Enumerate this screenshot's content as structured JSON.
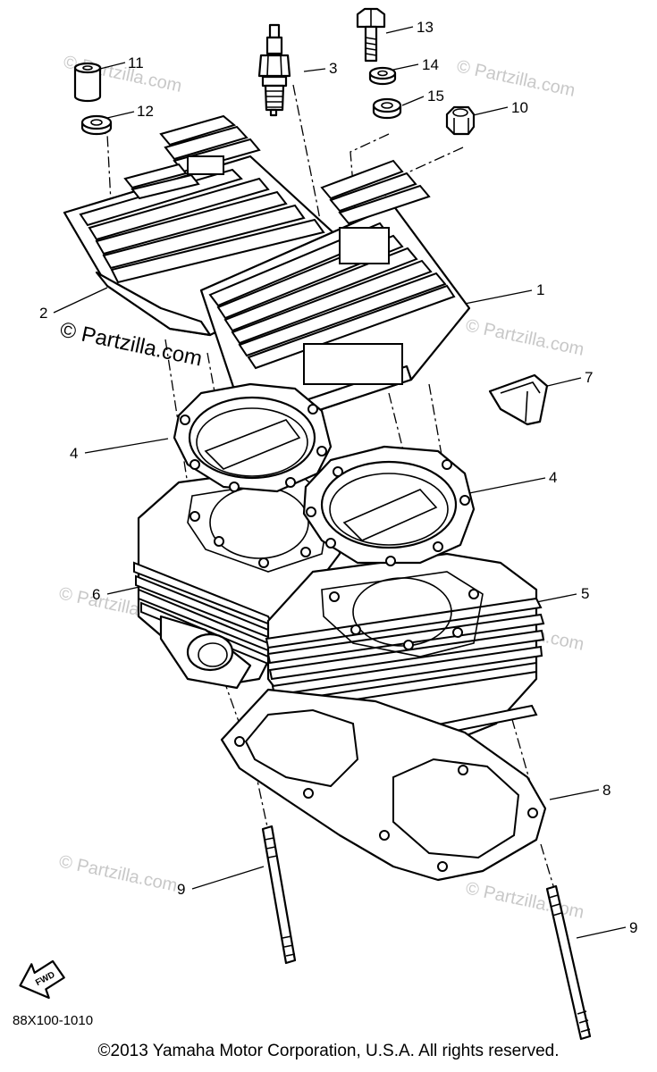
{
  "diagram": {
    "callouts": [
      "1",
      "2",
      "3",
      "4",
      "4",
      "5",
      "6",
      "7",
      "8",
      "9",
      "9",
      "10",
      "11",
      "12",
      "13",
      "14",
      "15"
    ],
    "watermark_main": "© Partzilla.com",
    "watermark_faint": "© Partzilla.com",
    "fwd_label": "FWD",
    "drawing_code": "88X100-1010",
    "icons": [
      "fwd-arrow-icon"
    ],
    "colors": {
      "line": "#000000",
      "watermark": "#c8c8c8",
      "background": "#ffffff"
    }
  },
  "footer": {
    "copyright": "©2013 Yamaha Motor Corporation, U.S.A. All rights reserved."
  }
}
